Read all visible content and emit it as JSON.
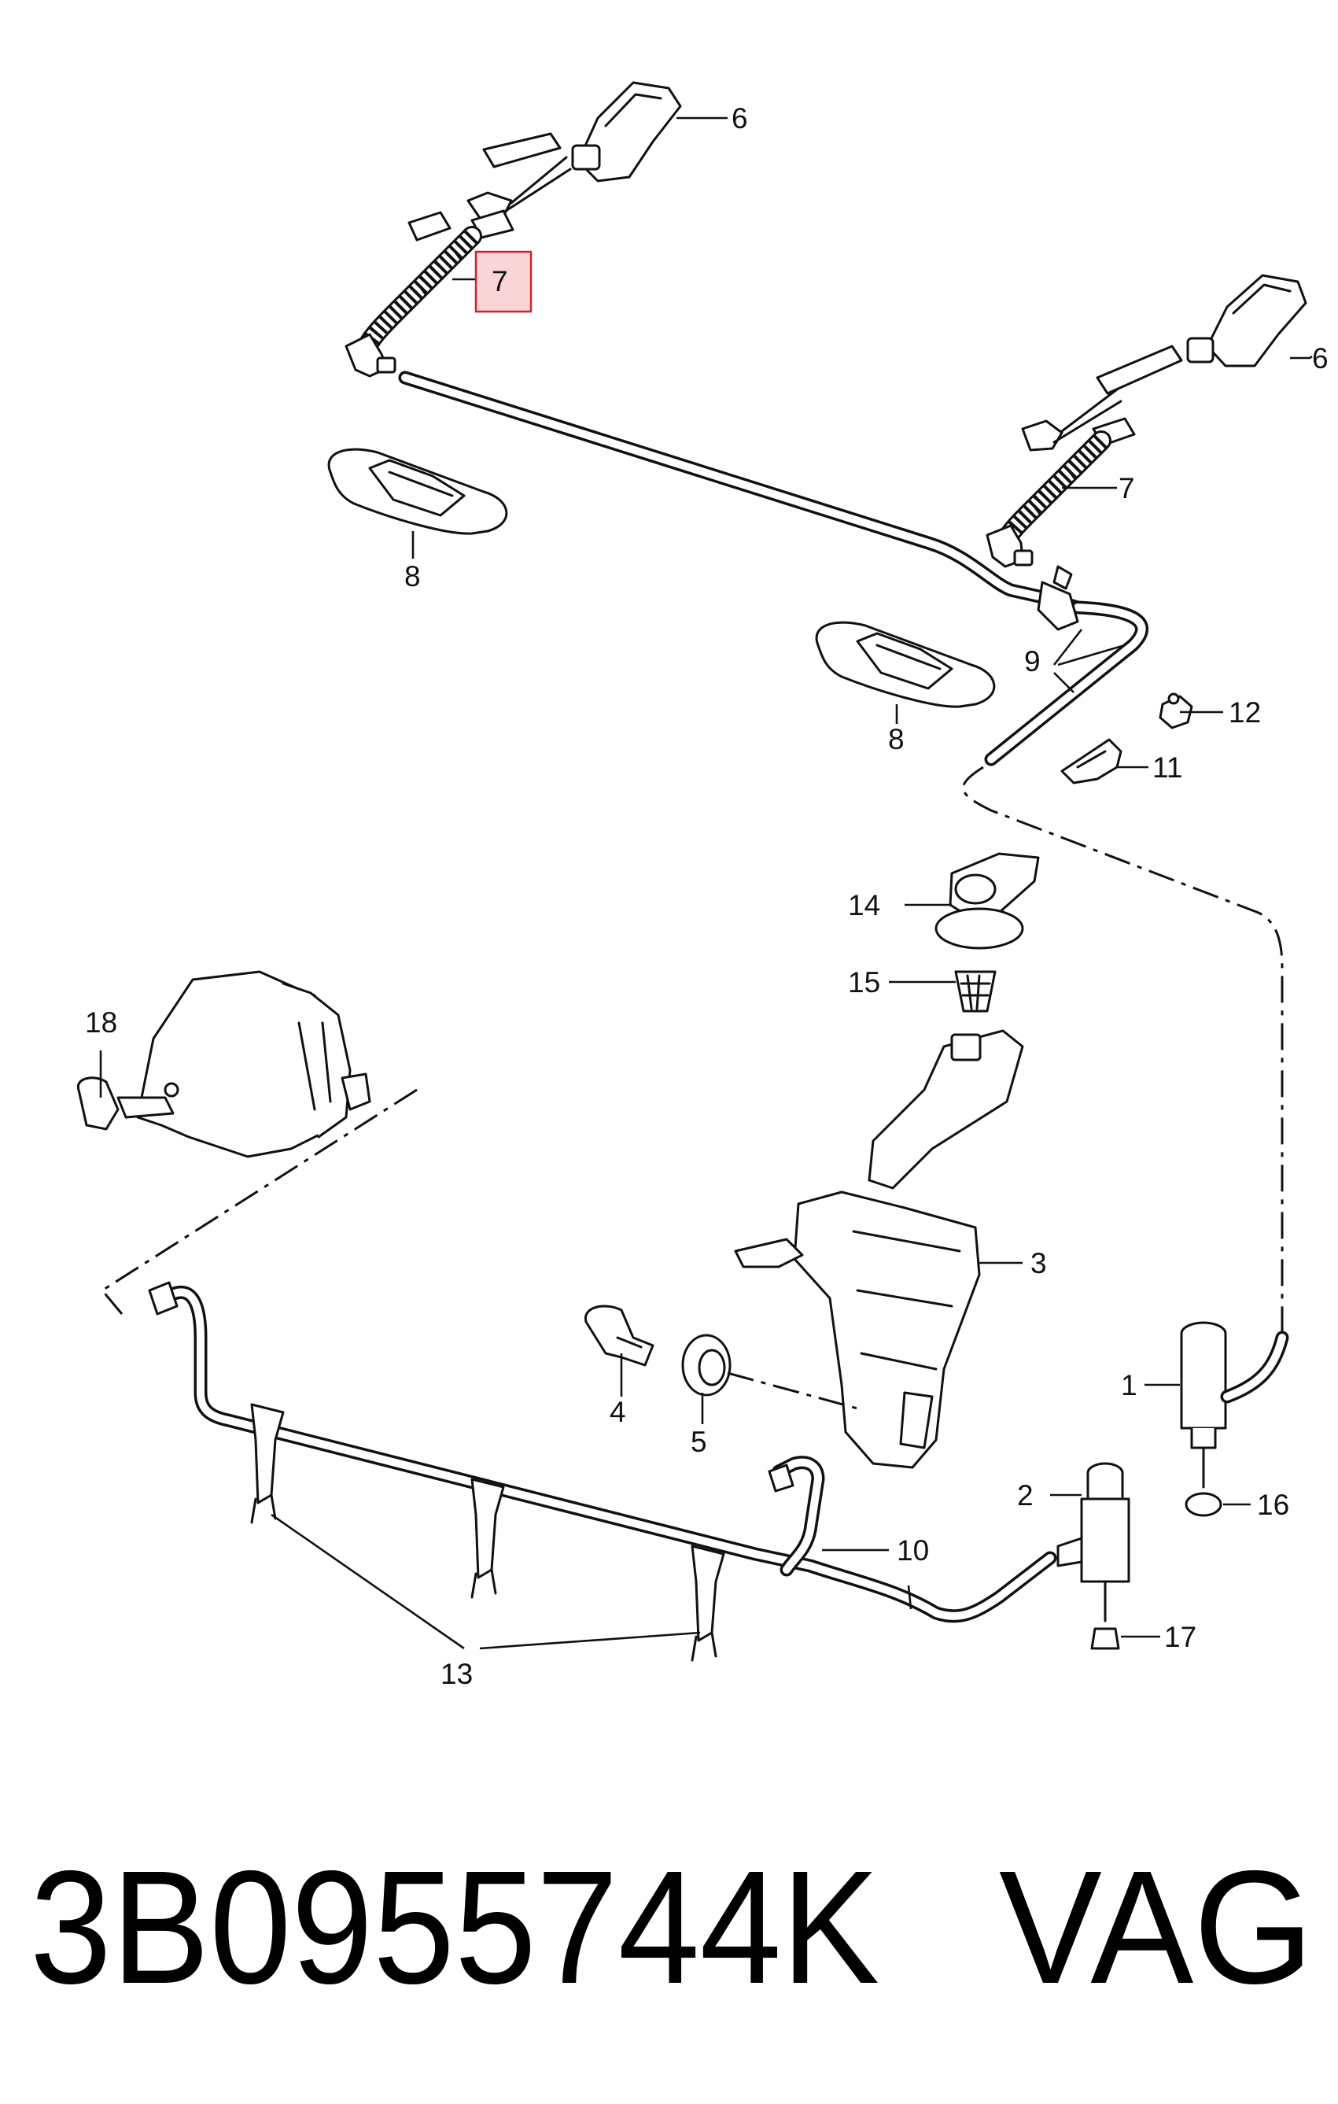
{
  "callouts": {
    "c1": "1",
    "c2": "2",
    "c3": "3",
    "c4": "4",
    "c5": "5",
    "c6a": "6",
    "c6b": "6",
    "c7a": "7",
    "c7b": "7",
    "c8a": "8",
    "c8b": "8",
    "c9": "9",
    "c10": "10",
    "c11": "11",
    "c12": "12",
    "c13": "13",
    "c14": "14",
    "c15": "15",
    "c16": "16",
    "c17": "17",
    "c18": "18"
  },
  "highlighted_callout": "7",
  "part_number": "3B0955744K",
  "brand": "VAG",
  "colors": {
    "highlight_fill": "#f9d5d8",
    "highlight_stroke": "#d2232a",
    "line": "#111111"
  }
}
